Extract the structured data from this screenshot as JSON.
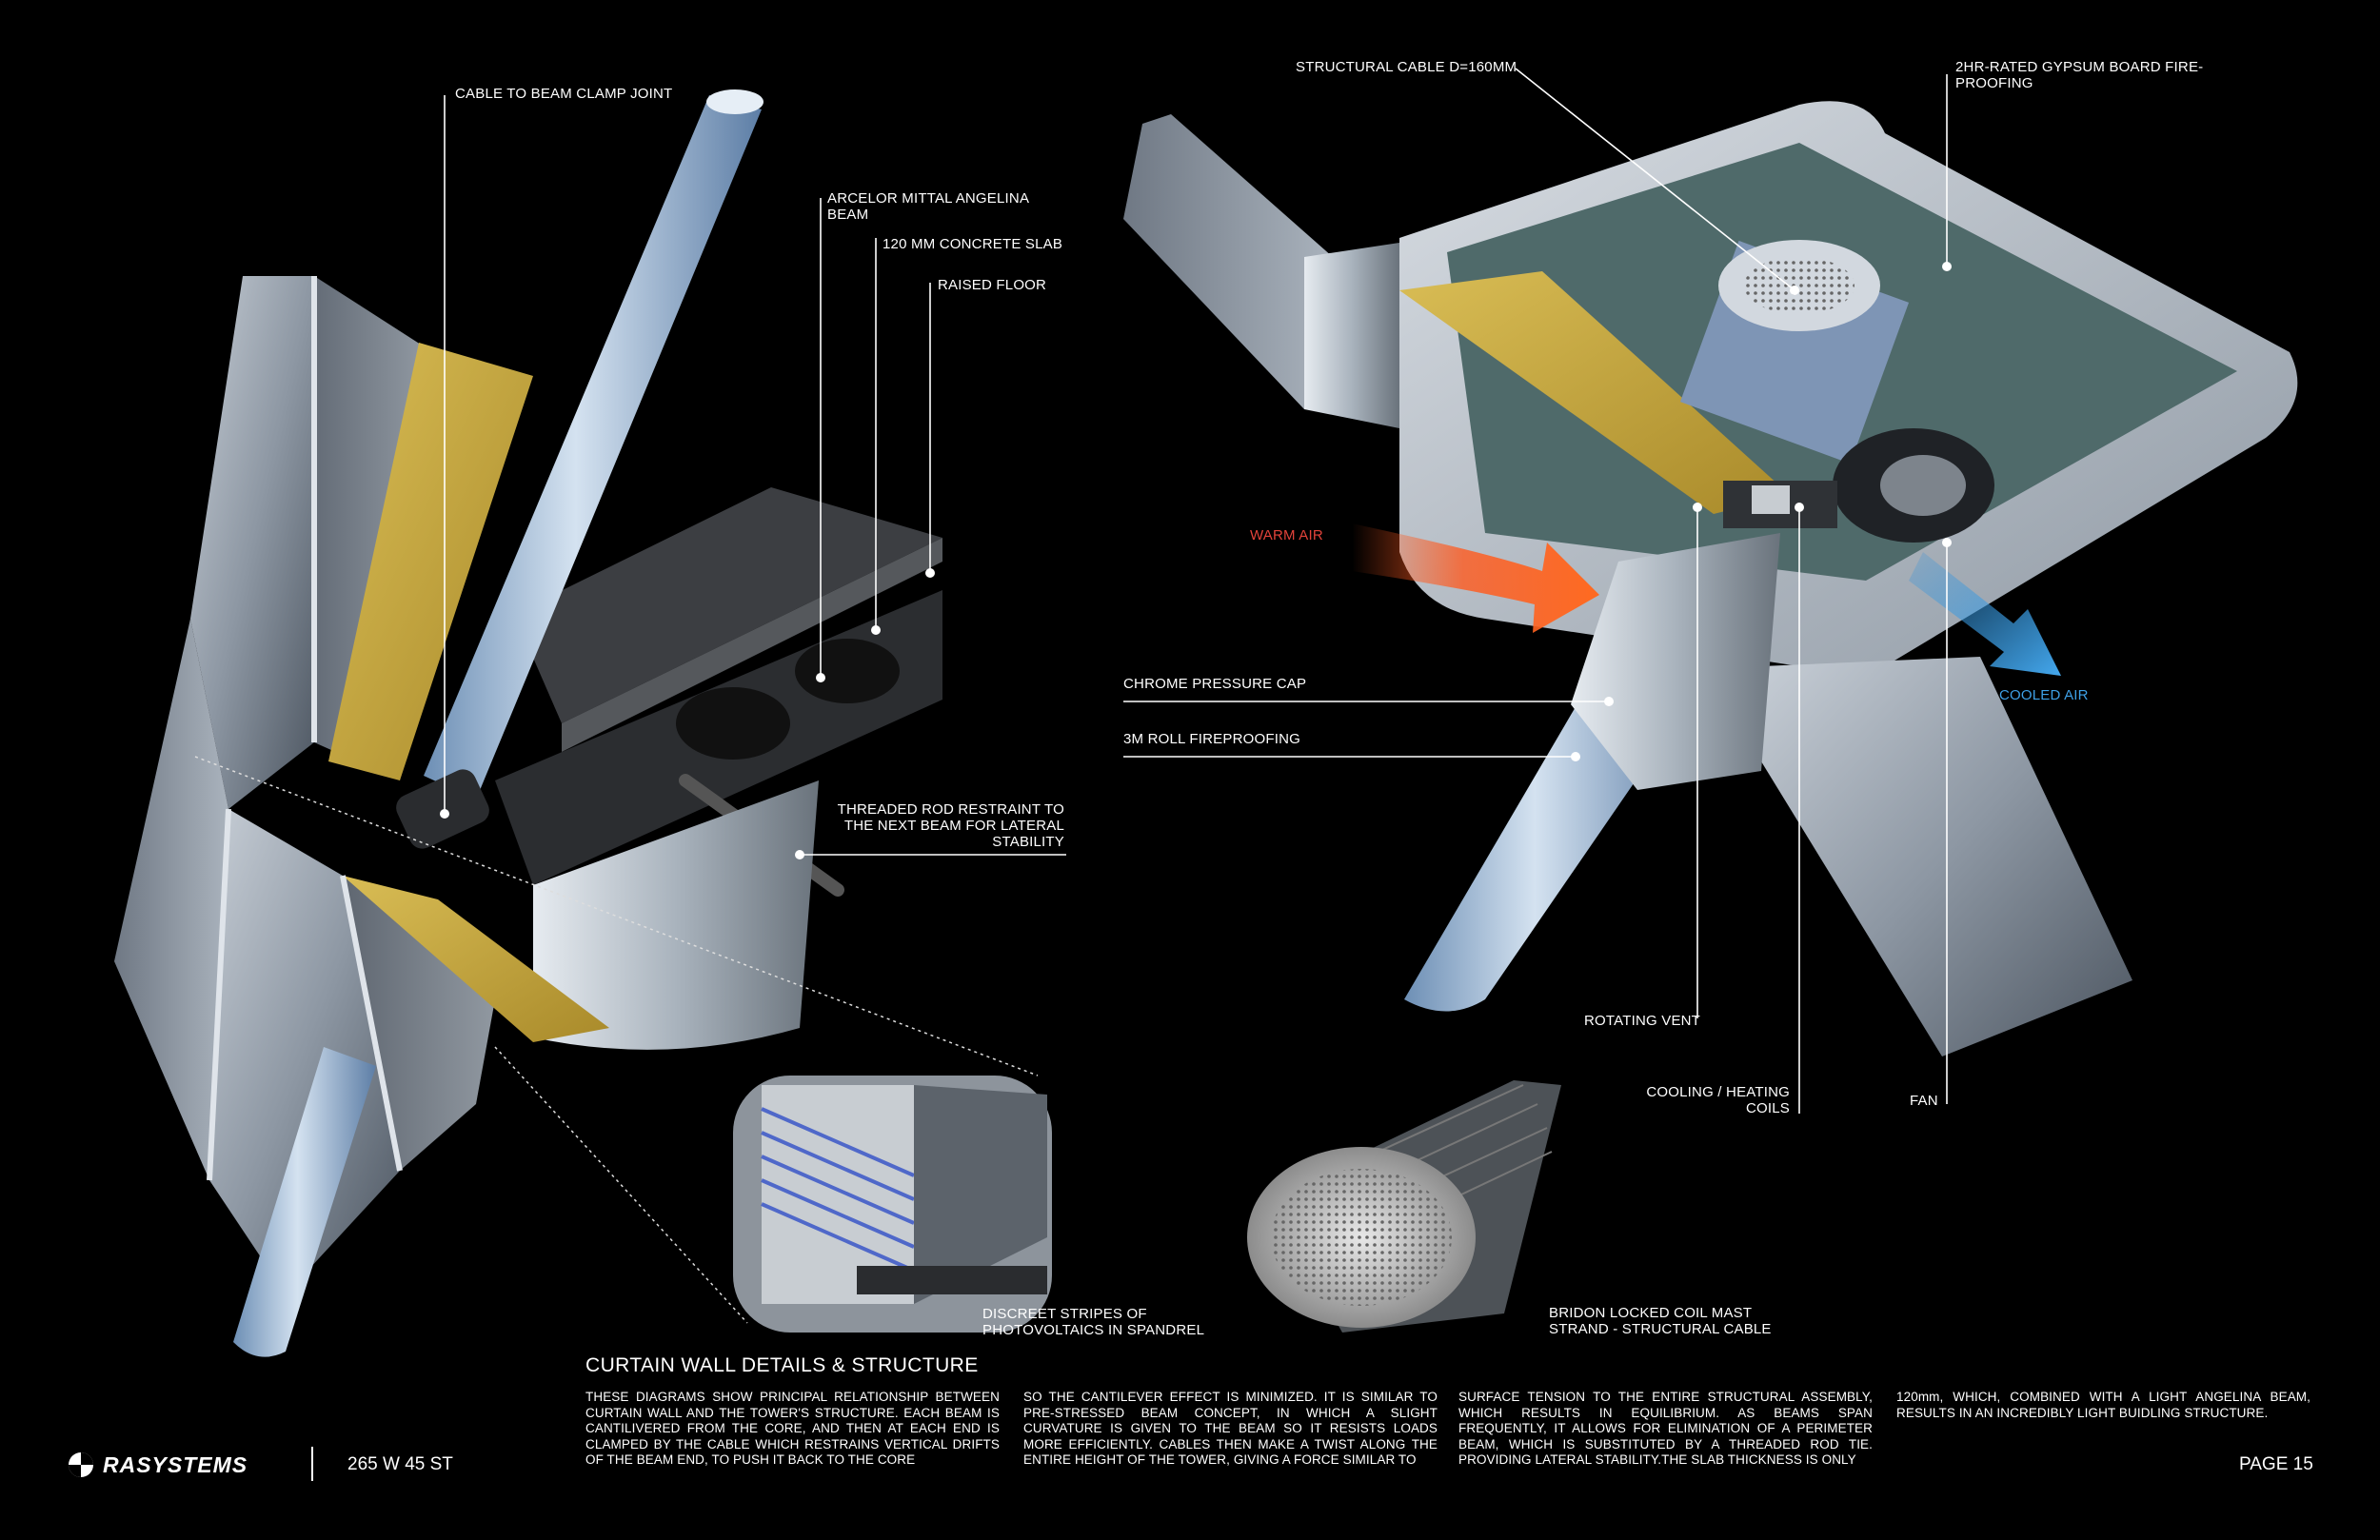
{
  "labels": {
    "cable_clamp": "CABLE TO BEAM CLAMP JOINT",
    "angelina_beam": "ARCELOR MITTAL ANGELINA\nBEAM",
    "concrete_slab": "120 MM CONCRETE SLAB",
    "raised_floor": "RAISED FLOOR",
    "threaded_rod": "THREADED ROD RESTRAINT TO\nTHE NEXT BEAM FOR LATERAL\nSTABILITY",
    "pv_stripes": "DISCREET STRIPES OF\nPHOTOVOLTAICS IN SPANDREL",
    "structural_cable": "STRUCTURAL CABLE D=160mm",
    "gypsum": "2HR-RATED GYPSUM BOARD FIRE-\nPROOFING",
    "warm_air": "WARM AIR",
    "cooled_air": "COOLED AIR",
    "chrome_cap": "CHROME PRESSURE CAP",
    "roll_fireproofing": "3M ROLL FIREPROOFING",
    "rotating_vent": "ROTATING VENT",
    "coils": "COOLING / HEATING\nCOILS",
    "fan": "FAN",
    "bridon": "BRIDON LOCKED COIL MAST\nSTRAND - STRUCTURAL CABLE"
  },
  "section": {
    "heading": "CURTAIN WALL DETAILS & STRUCTURE",
    "paragraphs": [
      "THESE DIAGRAMS SHOW PRINCIPAL RELATIONSHIP BETWEEN CURTAIN WALL AND THE TOWER'S STRUCTURE. EACH BEAM IS CANTILIVERED FROM THE CORE, AND THEN AT EACH END IS CLAMPED BY THE CABLE WHICH RESTRAINS VERTICAL DRIFTS OF THE BEAM END, TO PUSH IT BACK TO THE CORE",
      "SO THE CANTILEVER EFFECT IS MINIMIZED. IT IS SIMILAR TO PRE-STRESSED BEAM CONCEPT, IN WHICH A SLIGHT CURVATURE IS GIVEN TO THE BEAM SO IT RESISTS LOADS MORE EFFICIENTLY. CABLES THEN MAKE A TWIST ALONG THE ENTIRE HEIGHT OF THE TOWER, GIVING A FORCE SIMILAR TO",
      "SURFACE TENSION TO THE ENTIRE STRUCTURAL ASSEMBLY, WHICH RESULTS IN EQUILIBRIUM. AS BEAMS SPAN FREQUENTLY, IT ALLOWS FOR ELIMINATION OF A PERIMETER BEAM, WHICH IS SUBSTITUTED BY A THREADED ROD TIE. PROVIDING LATERAL STABILITY.THE SLAB THICKNESS IS ONLY",
      "120mm, WHICH, COMBINED WITH A LIGHT ANGELINA BEAM, RESULTS IN AN INCREDIBLY LIGHT BUIDLING STRUCTURE."
    ]
  },
  "footer": {
    "logo_text": "RASYSTEMS",
    "project": "265 W 45 ST",
    "page": "PAGE 15"
  },
  "colors": {
    "background": "#000000",
    "insulation": "#c9a93c",
    "warm_arrow": "#ff5a1f",
    "cool_arrow": "#2f8fd8",
    "metal": "#b8c2cc"
  }
}
